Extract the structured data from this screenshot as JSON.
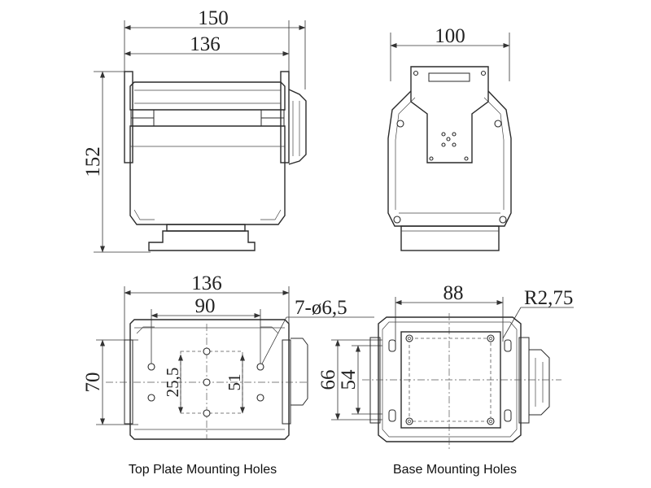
{
  "dimensions": {
    "front_total_width": "150",
    "front_body_width": "136",
    "front_height": "152",
    "side_width": "100",
    "top_plate_width": "136",
    "top_plate_hole_span": "90",
    "top_plate_holes_spec": "7-ø6,5",
    "top_plate_height": "70",
    "top_plate_inner_1": "25,5",
    "top_plate_inner_2": "51",
    "base_hole_span": "88",
    "base_corner_radius": "R2,75",
    "base_height_outer": "66",
    "base_height_inner": "54"
  },
  "captions": {
    "top_plate": "Top Plate Mounting Holes",
    "base": "Base Mounting Holes"
  }
}
